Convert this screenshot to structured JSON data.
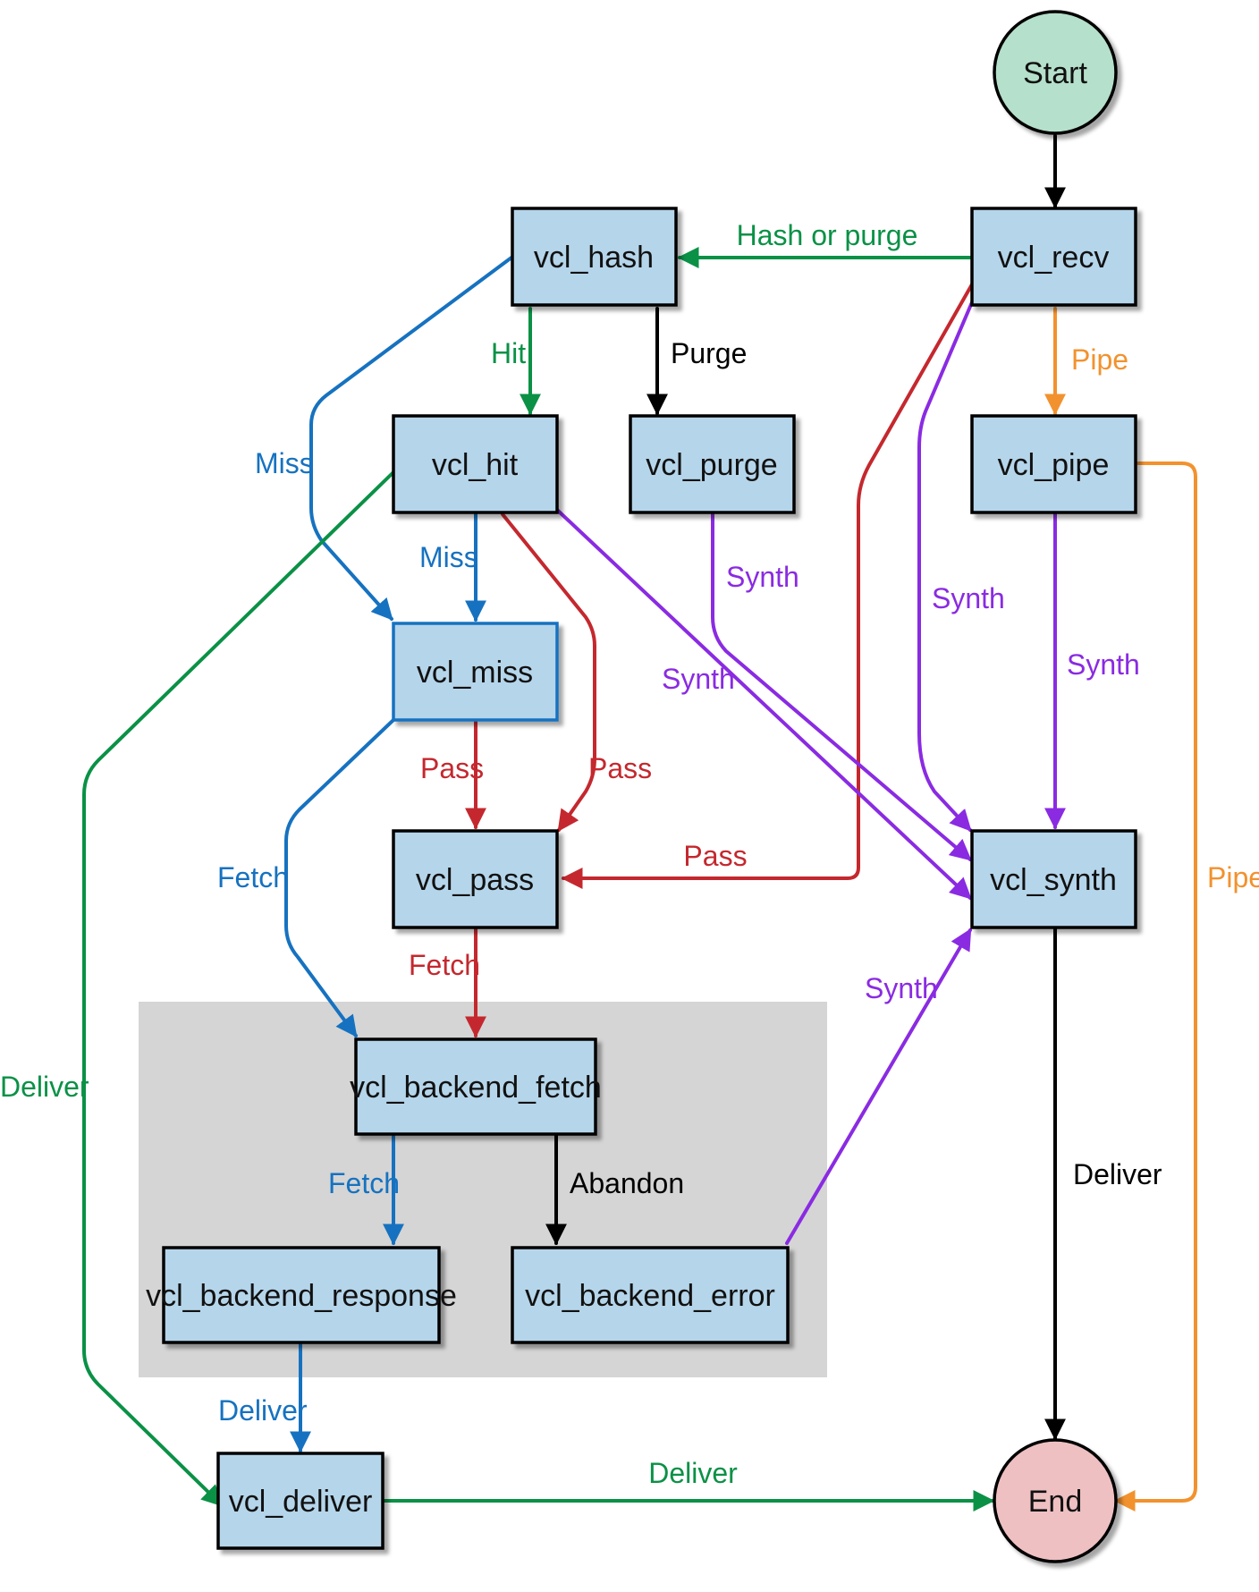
{
  "colors": {
    "node_fill": "#b5d5ea",
    "start_fill": "#b5e0cb",
    "end_fill": "#eec0c2",
    "region_fill": "#d5d5d5",
    "green": "#0a9146",
    "blue": "#1672c0",
    "red": "#c4282e",
    "purple": "#8a2be2",
    "orange": "#f2922e",
    "black": "#000000"
  },
  "nodes": {
    "start": "Start",
    "end": "End",
    "vcl_recv": "vcl_recv",
    "vcl_hash": "vcl_hash",
    "vcl_hit": "vcl_hit",
    "vcl_purge": "vcl_purge",
    "vcl_pipe": "vcl_pipe",
    "vcl_miss": "vcl_miss",
    "vcl_pass": "vcl_pass",
    "vcl_synth": "vcl_synth",
    "vcl_backend_fetch": "vcl_backend_fetch",
    "vcl_backend_response": "vcl_backend_response",
    "vcl_backend_error": "vcl_backend_error",
    "vcl_deliver": "vcl_deliver"
  },
  "edges": {
    "recv_hash": "Hash or purge",
    "recv_pipe": "Pipe",
    "recv_synth": "Synth",
    "recv_pass": "Pass",
    "hash_hit": "Hit",
    "hash_purge": "Purge",
    "hash_miss": "Miss",
    "hit_miss": "Miss",
    "hit_pass": "Pass",
    "hit_synth": "Synth",
    "hit_deliver": "Deliver",
    "purge_synth": "Synth",
    "pipe_synth": "Synth",
    "pipe_end": "Pipe",
    "miss_pass": "Pass",
    "miss_fetch": "Fetch",
    "pass_fetch": "Fetch",
    "fetch_response": "Fetch",
    "fetch_error": "Abandon",
    "error_synth": "Synth",
    "response_deliver": "Deliver",
    "deliver_end": "Deliver",
    "synth_end": "Deliver"
  }
}
